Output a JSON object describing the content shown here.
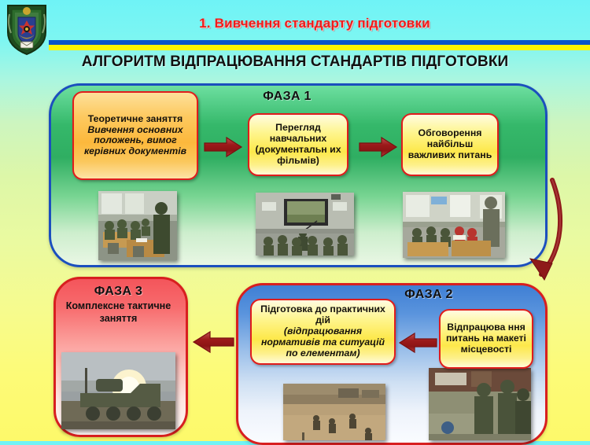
{
  "header": {
    "emblem_name": "state-border-guard-emblem",
    "section_title": "1. Вивчення стандарту підготовки",
    "main_title": "АЛГОРИТМ ВІДПРАЦЮВАННЯ СТАНДАРТІВ ПІДГОТОВКИ"
  },
  "colors": {
    "accent_red": "#ef1b1b",
    "flag_blue": "#0a53c8",
    "flag_yellow": "#fdf300",
    "panel1_border": "#1b4fbe",
    "panel_red_border": "#d81f1f",
    "arrow_red": "#9e1f1f"
  },
  "phase1": {
    "label": "ФАЗА 1",
    "boxes": [
      {
        "title": "Теоретичне заняття",
        "subtitle": "Вивчення основних положень, вимог керівних документів"
      },
      {
        "title": "Перегляд навчальних (документальн их фільмів)",
        "subtitle": ""
      },
      {
        "title": "Обговорення найбільш важливих питань",
        "subtitle": ""
      }
    ],
    "photos": [
      "classroom-soldiers-at-desks",
      "classroom-projector-briefing",
      "classroom-instructor-lecture"
    ]
  },
  "phase2": {
    "label": "ФАЗА 2",
    "boxes": [
      {
        "title": "Підготовка до практичних дій",
        "subtitle": "(відпрацювання нормативів та ситуацій по елементам)"
      },
      {
        "title": "Відпрацюва ння питань на макеті місцевості",
        "subtitle": ""
      }
    ],
    "photos": [
      "field-training-soldiers-advancing",
      "terrain-model-briefing"
    ]
  },
  "phase3": {
    "label": "ФАЗА 3",
    "title": "Комплексне тактичне заняття",
    "photos": [
      "armored-vehicle-firing"
    ]
  },
  "arrows": {
    "phase1_step1": "right-arrow",
    "phase1_step2": "right-arrow",
    "phase2_step1": "left-arrow",
    "phase2_to_phase3": "left-arrow",
    "phase1_to_phase2": "curved-down-left-arrow"
  }
}
